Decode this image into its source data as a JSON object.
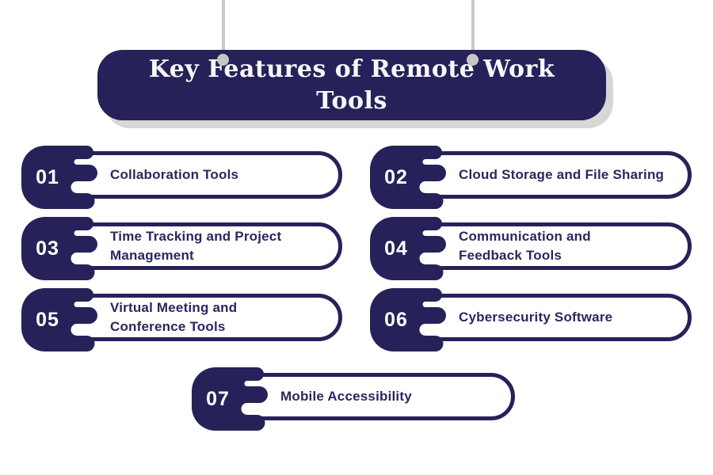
{
  "header": {
    "title": "Key Features of Remote Work\nTools"
  },
  "items": [
    {
      "number": "01",
      "label": "Collaboration Tools"
    },
    {
      "number": "02",
      "label": "Cloud Storage and File Sharing"
    },
    {
      "number": "03",
      "label": "Time Tracking and Project\nManagement"
    },
    {
      "number": "04",
      "label": "Communication and\nFeedback Tools"
    },
    {
      "number": "05",
      "label": "Virtual Meeting and\nConference Tools"
    },
    {
      "number": "06",
      "label": "Cybersecurity Software"
    },
    {
      "number": "07",
      "label": "Mobile Accessibility"
    }
  ],
  "colors": {
    "navy": "#262259",
    "label_text": "#2a2760",
    "title_text": "#f8f8fa",
    "hanger_gray": "#c9c9c9",
    "banner_shadow": "#d7d7d7",
    "background": "#ffffff"
  }
}
